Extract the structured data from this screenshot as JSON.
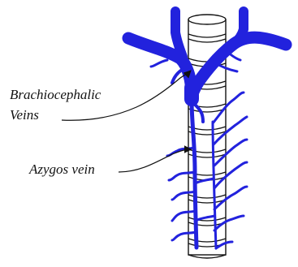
{
  "diagram": {
    "labels": {
      "brachiocephalic_line1": "Brachiocephalic",
      "brachiocephalic_line2": "Veins",
      "azygos": "Azygos vein"
    },
    "colors": {
      "vein": "#2222dd",
      "trachea_fill": "#ffffff",
      "outline": "#111111",
      "text": "#111111"
    }
  }
}
